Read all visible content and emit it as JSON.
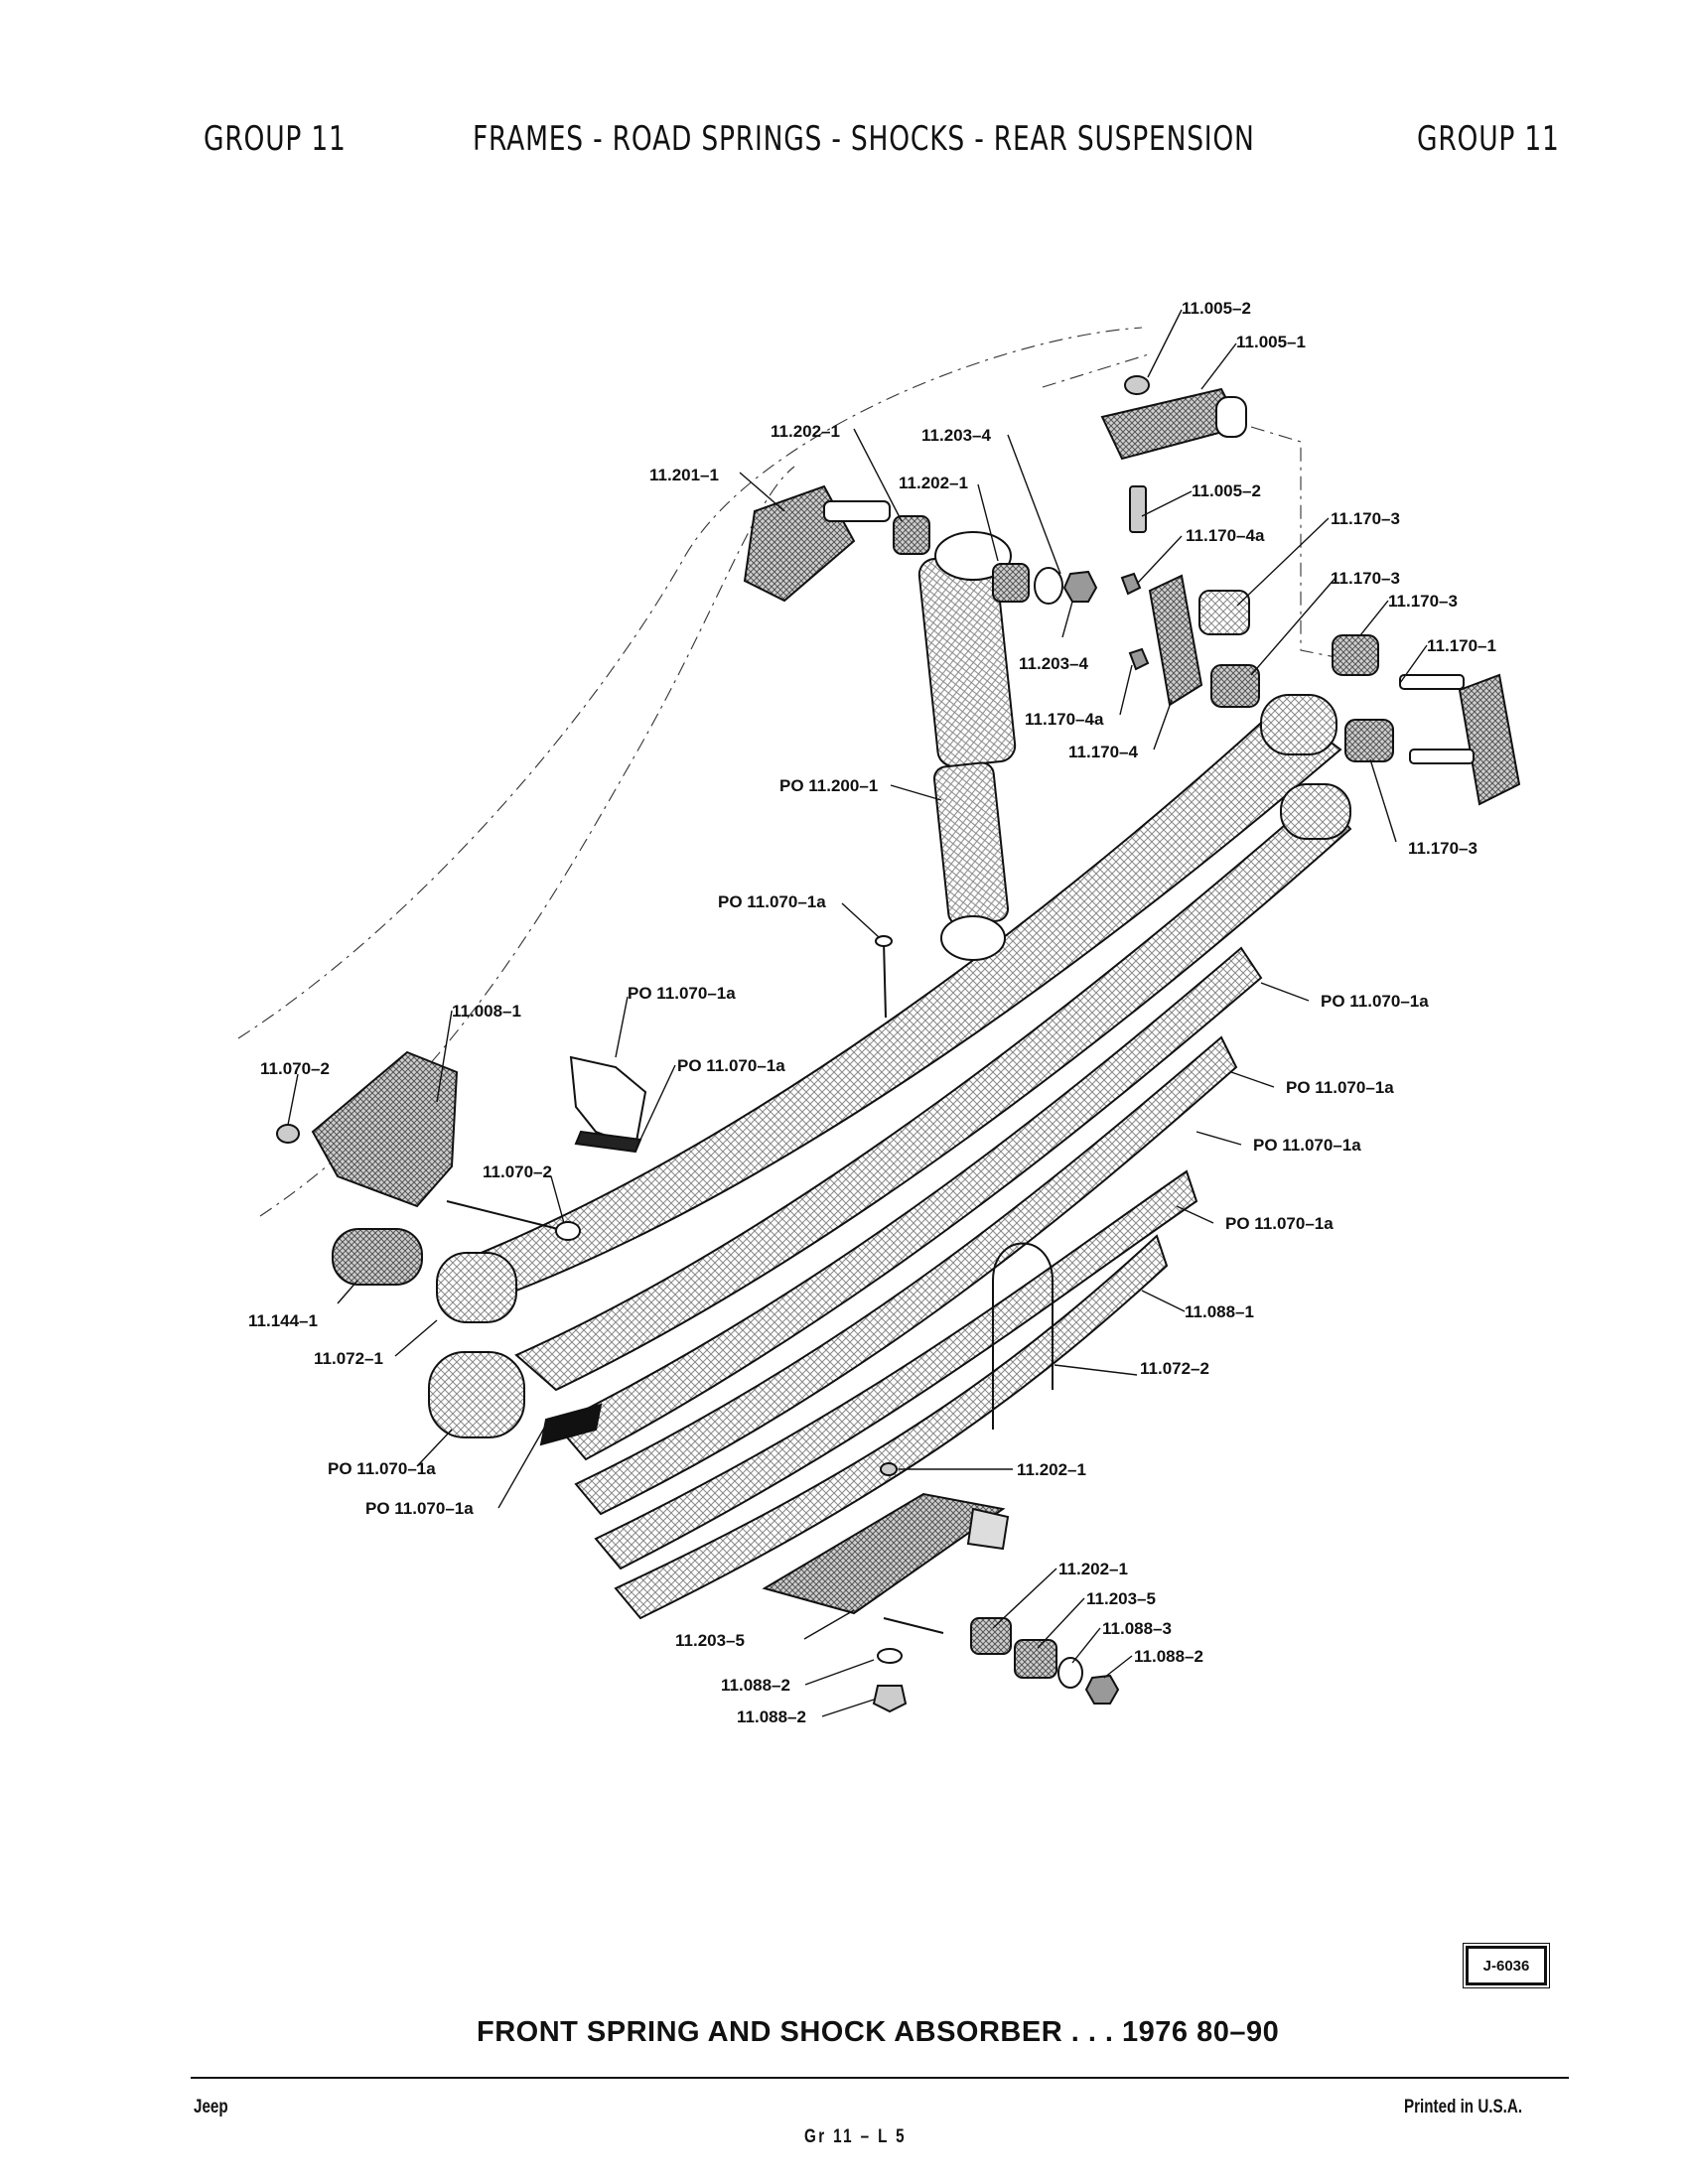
{
  "header": {
    "left": "GROUP 11",
    "center": "FRAMES - ROAD SPRINGS - SHOCKS - REAR SUSPENSION",
    "right": "GROUP 11"
  },
  "callouts": [
    {
      "id": "c01",
      "text": "11.005–2"
    },
    {
      "id": "c02",
      "text": "11.005–1"
    },
    {
      "id": "c03",
      "text": "11.202–1"
    },
    {
      "id": "c04",
      "text": "11.203–4"
    },
    {
      "id": "c05",
      "text": "11.201–1"
    },
    {
      "id": "c06",
      "text": "11.202–1"
    },
    {
      "id": "c07",
      "text": "11.005–2"
    },
    {
      "id": "c08",
      "text": "11.170–4a"
    },
    {
      "id": "c09",
      "text": "11.170–3"
    },
    {
      "id": "c10",
      "text": "11.170–3"
    },
    {
      "id": "c11",
      "text": "11.170–3"
    },
    {
      "id": "c12",
      "text": "11.170–1"
    },
    {
      "id": "c13",
      "text": "11.203–4"
    },
    {
      "id": "c14",
      "text": "11.170–4a"
    },
    {
      "id": "c15",
      "text": "11.170–4"
    },
    {
      "id": "c16",
      "text": "PO 11.200–1"
    },
    {
      "id": "c17",
      "text": "11.170–3"
    },
    {
      "id": "c18",
      "text": "PO 11.070–1a"
    },
    {
      "id": "c19",
      "text": "PO 11.070–1a"
    },
    {
      "id": "c20",
      "text": "11.008–1"
    },
    {
      "id": "c21",
      "text": "PO 11.070–1a"
    },
    {
      "id": "c22",
      "text": "11.070–2"
    },
    {
      "id": "c23",
      "text": "PO 11.070–1a"
    },
    {
      "id": "c24",
      "text": "PO 11.070–1a"
    },
    {
      "id": "c25",
      "text": "11.070–2"
    },
    {
      "id": "c26",
      "text": "PO 11.070–1a"
    },
    {
      "id": "c27",
      "text": "PO 11.070–1a"
    },
    {
      "id": "c28",
      "text": "11.144–1"
    },
    {
      "id": "c29",
      "text": "11.072–1"
    },
    {
      "id": "c30",
      "text": "11.088–1"
    },
    {
      "id": "c31",
      "text": "11.072–2"
    },
    {
      "id": "c32",
      "text": "PO 11.070–1a"
    },
    {
      "id": "c33",
      "text": "PO 11.070–1a"
    },
    {
      "id": "c34",
      "text": "11.202–1"
    },
    {
      "id": "c35",
      "text": "11.202–1"
    },
    {
      "id": "c36",
      "text": "11.203–5"
    },
    {
      "id": "c37",
      "text": "11.088–3"
    },
    {
      "id": "c38",
      "text": "11.203–5"
    },
    {
      "id": "c39",
      "text": "11.088–2"
    },
    {
      "id": "c40",
      "text": "11.088–2"
    }
  ],
  "reference_code": "J-6036",
  "caption": "FRONT SPRING AND SHOCK ABSORBER . . . 1976 80–90",
  "footer": {
    "left": "Jeep",
    "center": "Gr 11 – L 5",
    "right": "Printed in U.S.A."
  }
}
